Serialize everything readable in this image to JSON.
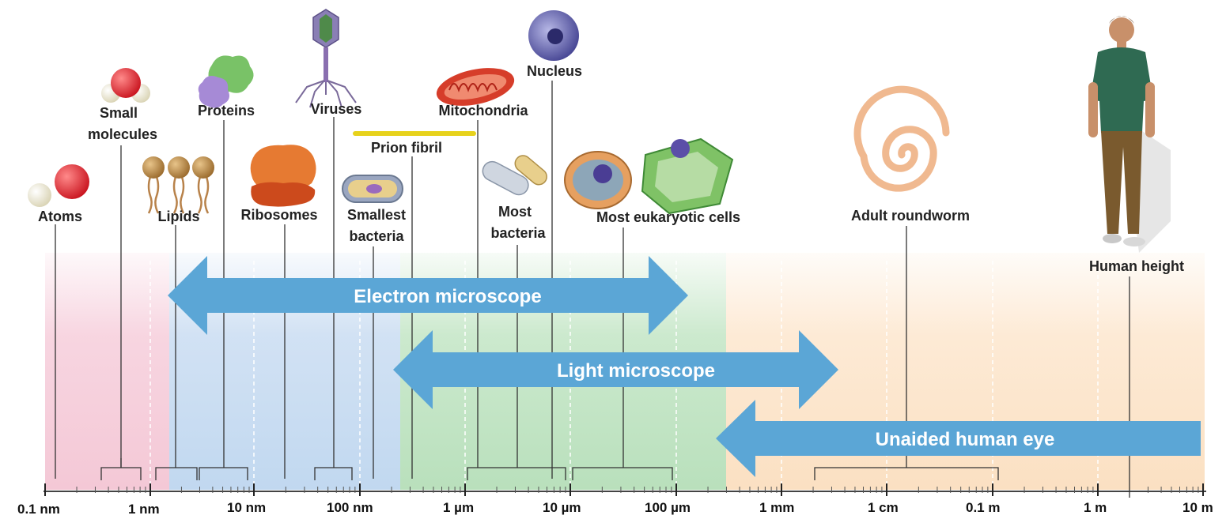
{
  "objects": [
    {
      "id": "atoms",
      "lines": [
        "Atoms"
      ]
    },
    {
      "id": "small-molecules",
      "lines": [
        "Small",
        "molecules"
      ]
    },
    {
      "id": "lipids",
      "lines": [
        "Lipids"
      ]
    },
    {
      "id": "proteins",
      "lines": [
        "Proteins"
      ]
    },
    {
      "id": "ribosomes",
      "lines": [
        "Ribosomes"
      ]
    },
    {
      "id": "viruses",
      "lines": [
        "Viruses"
      ]
    },
    {
      "id": "smallest-bacteria",
      "lines": [
        "Smallest",
        "bacteria"
      ]
    },
    {
      "id": "prion-fibril",
      "lines": [
        "Prion fibril"
      ]
    },
    {
      "id": "mitochondria",
      "lines": [
        "Mitochondria"
      ]
    },
    {
      "id": "nucleus",
      "lines": [
        "Nucleus"
      ]
    },
    {
      "id": "most-bacteria",
      "lines": [
        "Most",
        "bacteria"
      ]
    },
    {
      "id": "most-eukaryotic-cells",
      "lines": [
        "Most eukaryotic cells"
      ]
    },
    {
      "id": "adult-roundworm",
      "lines": [
        "Adult roundworm"
      ]
    },
    {
      "id": "human-height",
      "lines": [
        "Human height"
      ]
    }
  ],
  "ranges": [
    {
      "id": "electron-microscope",
      "label": "Electron microscope",
      "color": "#5ba6d6"
    },
    {
      "id": "light-microscope",
      "label": "Light microscope",
      "color": "#5ba6d6"
    },
    {
      "id": "unaided-human-eye",
      "label": "Unaided human eye",
      "color": "#5ba6d6"
    }
  ],
  "scale_ticks": [
    "0.1 nm",
    "1 nm",
    "10 nm",
    "100 nm",
    "1 µm",
    "10 µm",
    "100 µm",
    "1 mm",
    "1 cm",
    "0.1 m",
    "1 m",
    "10 m"
  ],
  "colors": {
    "pink_band": "#f7d3df",
    "blue_band": "#cfe0f3",
    "green_band": "#c9e8cb",
    "orange_band": "#fde9d3",
    "arrow": "#5ba6d6"
  }
}
